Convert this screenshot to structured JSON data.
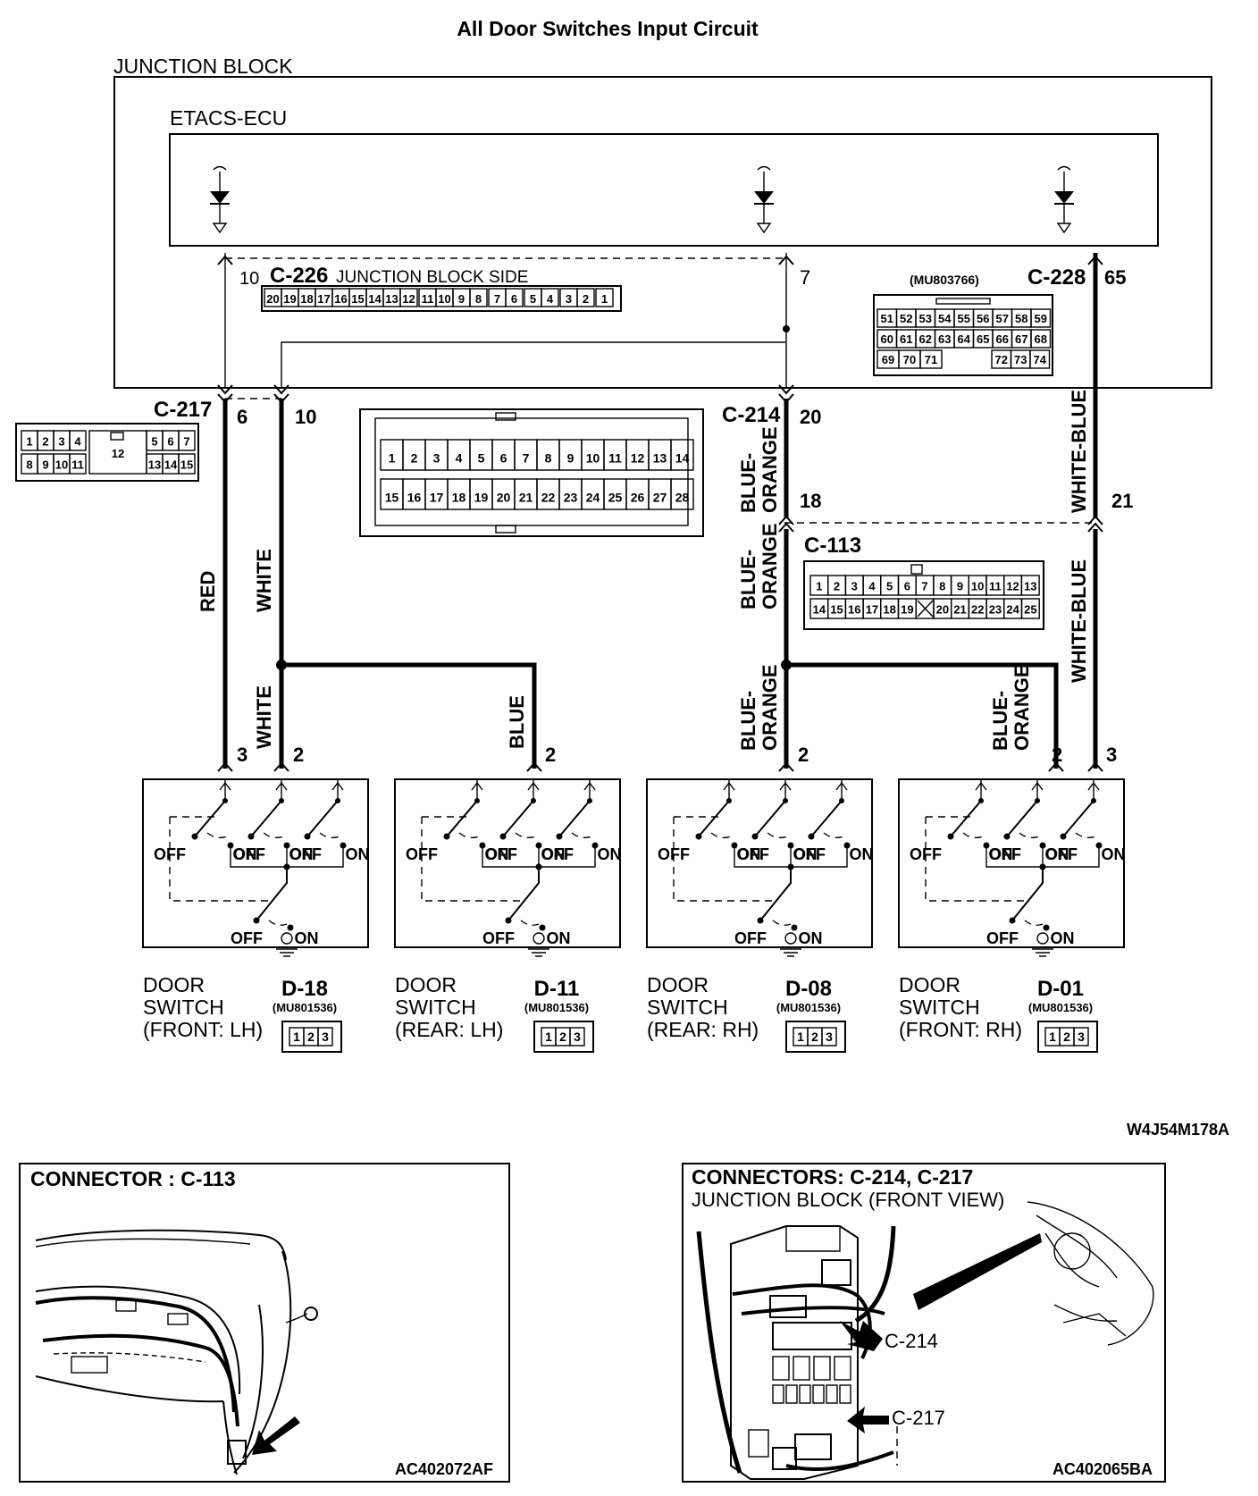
{
  "title": "All Door Switches Input Circuit",
  "junction_block": "JUNCTION BLOCK",
  "ecu": "ETACS-ECU",
  "drawing_code": "W4J54M178A",
  "connectors": {
    "c226": {
      "id": "C-226",
      "desc": "JUNCTION BLOCK SIDE",
      "pins": [
        "20",
        "19",
        "18",
        "17",
        "16",
        "15",
        "14",
        "13",
        "12",
        "11",
        "10",
        "9",
        "8",
        "7",
        "6",
        "5",
        "4",
        "3",
        "2",
        "1"
      ]
    },
    "c228": {
      "id": "C-228",
      "part": "(MU803766)",
      "rows": [
        [
          "51",
          "52",
          "53",
          "54",
          "55",
          "56",
          "57",
          "58",
          "59"
        ],
        [
          "60",
          "61",
          "62",
          "63",
          "64",
          "65",
          "66",
          "67",
          "68"
        ],
        [
          "69",
          "70",
          "71",
          "72",
          "73",
          "74"
        ]
      ]
    },
    "c217": {
      "id": "C-217",
      "row1": [
        "1",
        "2",
        "3",
        "4",
        "12",
        "5",
        "6",
        "7"
      ],
      "row2": [
        "8",
        "9",
        "10",
        "11",
        "13",
        "14",
        "15"
      ]
    },
    "c214": {
      "id": "C-214",
      "row1": [
        "1",
        "2",
        "3",
        "4",
        "5",
        "6",
        "7",
        "8",
        "9",
        "10",
        "11",
        "12",
        "13",
        "14"
      ],
      "row2": [
        "15",
        "16",
        "17",
        "18",
        "19",
        "20",
        "21",
        "22",
        "23",
        "24",
        "25",
        "26",
        "27",
        "28"
      ]
    },
    "c113": {
      "id": "C-113",
      "row1": [
        "1",
        "2",
        "3",
        "4",
        "5",
        "6",
        "7",
        "8",
        "9",
        "10",
        "11",
        "12",
        "13"
      ],
      "row2": [
        "14",
        "15",
        "16",
        "17",
        "18",
        "19",
        "20",
        "21",
        "22",
        "23",
        "24",
        "25"
      ]
    }
  },
  "pins": {
    "ecu_10": "10",
    "ecu_7": "7",
    "ecu_65": "65",
    "c217_6": "6",
    "c217_10": "10",
    "c214_20": "20",
    "c214_18": "18",
    "c228_21": "21",
    "sw1_3": "3",
    "sw1_2": "2",
    "sw2_2": "2",
    "sw3_2": "2",
    "sw4_2": "2",
    "sw4_3": "3"
  },
  "wires": {
    "red": "RED",
    "white": "WHITE",
    "blue": "BLUE",
    "blue_orange_1": "BLUE-",
    "blue_orange_2": "ORANGE",
    "white_blue": "WHITE-BLUE"
  },
  "switch_labels": {
    "off": "OFF",
    "on": "ON"
  },
  "door_switches": [
    {
      "line1": "DOOR",
      "line2": "SWITCH",
      "line3": "(FRONT: LH)",
      "connector": "D-18",
      "part": "(MU801536)",
      "pins": [
        "1",
        "2",
        "3"
      ]
    },
    {
      "line1": "DOOR",
      "line2": "SWITCH",
      "line3": "(REAR: LH)",
      "connector": "D-11",
      "part": "(MU801536)",
      "pins": [
        "1",
        "2",
        "3"
      ]
    },
    {
      "line1": "DOOR",
      "line2": "SWITCH",
      "line3": "(REAR: RH)",
      "connector": "D-08",
      "part": "(MU801536)",
      "pins": [
        "1",
        "2",
        "3"
      ]
    },
    {
      "line1": "DOOR",
      "line2": "SWITCH",
      "line3": "(FRONT: RH)",
      "connector": "D-01",
      "part": "(MU801536)",
      "pins": [
        "1",
        "2",
        "3"
      ]
    }
  ],
  "panel_left": {
    "title": "CONNECTOR : C-113",
    "code": "AC402072AF"
  },
  "panel_right": {
    "title": "CONNECTORS: C-214, C-217",
    "subtitle": "JUNCTION BLOCK (FRONT VIEW)",
    "callout_1": "C-214",
    "callout_2": "C-217",
    "code": "AC402065BA"
  }
}
